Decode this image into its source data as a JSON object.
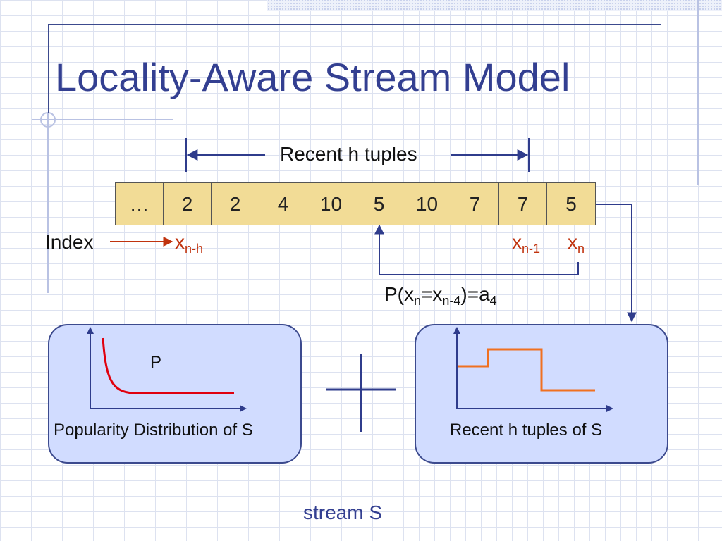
{
  "title": "Locality-Aware Stream Model",
  "window_label": "Recent h tuples",
  "tape": [
    "…",
    "2",
    "2",
    "4",
    "10",
    "5",
    "10",
    "7",
    "7",
    "5"
  ],
  "index_label": "Index",
  "markers": {
    "x_nh": {
      "base": "x",
      "sub": "n-h"
    },
    "x_n1": {
      "base": "x",
      "sub": "n-1"
    },
    "x_n": {
      "base": "x",
      "sub": "n"
    }
  },
  "formula": {
    "p_open": "P(x",
    "sub1": "n",
    "eq": "=x",
    "sub2": "n-4",
    "close": ")=a",
    "sub3": "4"
  },
  "left_panel": {
    "curve_label": "P",
    "caption": "Popularity Distribution of S"
  },
  "right_panel": {
    "caption": "Recent h tuples of S"
  },
  "footer": "stream S",
  "colors": {
    "title": "#333f91",
    "tape_fill": "#f2dc96",
    "marker": "#c0330e",
    "panel_fill": "#d1dcff",
    "curve_red": "#e0000e",
    "step_orange": "#f07020",
    "arrow_navy": "#2f3c8c"
  }
}
